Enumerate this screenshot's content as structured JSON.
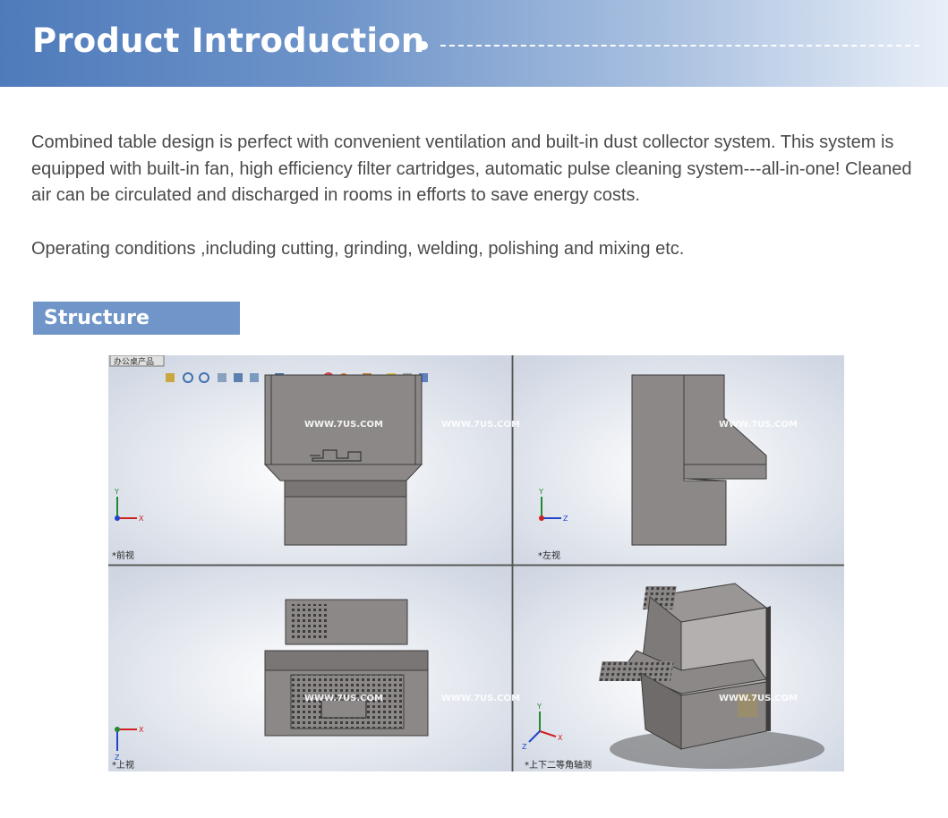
{
  "header": {
    "title": "Product Introduction"
  },
  "intro": {
    "paragraph1": "Combined table design is perfect with convenient ventilation and built-in dust collector system. This system is equipped with built-in fan, high efficiency filter cartridges, automatic pulse cleaning system---all-in-one! Cleaned air can be circulated and discharged in rooms in efforts to save energy costs.",
    "paragraph2": "Operating conditions ,including cutting, grinding, welding, polishing and mixing etc."
  },
  "section": {
    "title": "Structure Drawing"
  },
  "drawing": {
    "toolbar_label": "办公桌产品",
    "watermark": "WWW.7US.COM",
    "views": [
      {
        "label": "*前视",
        "axes": [
          "Y",
          "X"
        ]
      },
      {
        "label": "*左视",
        "axes": [
          "Y",
          "Z"
        ]
      },
      {
        "label": "*上视",
        "axes": [
          "Z",
          "X"
        ]
      },
      {
        "label": "*上下二等角轴测",
        "axes": [
          "Y",
          "X",
          "Z"
        ]
      }
    ],
    "colors": {
      "body": "#8c8888",
      "edge": "#3d3b3b",
      "axis_x": "#cc2222",
      "axis_y": "#228833",
      "axis_z": "#2244cc"
    }
  }
}
